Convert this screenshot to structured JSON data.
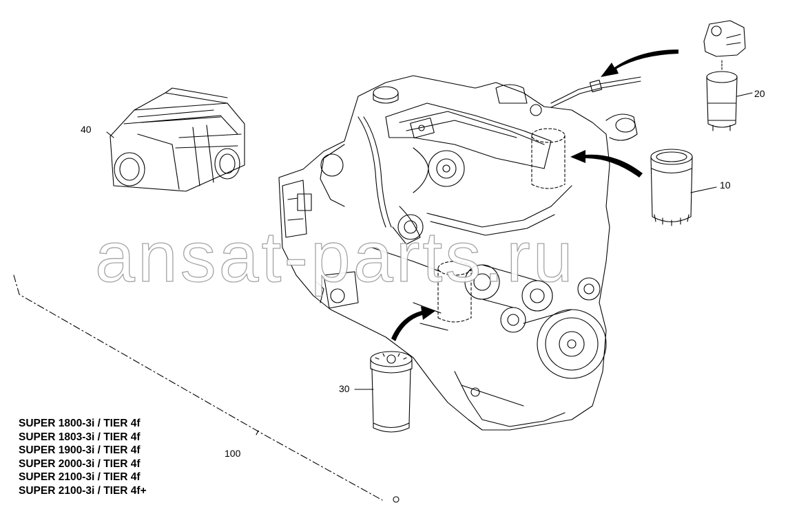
{
  "callouts": {
    "c10": "10",
    "c20": "20",
    "c30": "30",
    "c40": "40",
    "c100": "100"
  },
  "models": [
    "SUPER 1800-3i / TIER 4f",
    "SUPER 1803-3i / TIER 4f",
    "SUPER 1900-3i / TIER 4f",
    "SUPER 2000-3i / TIER 4f",
    "SUPER 2100-3i / TIER 4f",
    "SUPER 2100-3i / TIER 4f+"
  ],
  "watermark": "ansat-parts.ru",
  "colors": {
    "line": "#000000",
    "watermark_stroke": "#9a9a9a",
    "background": "#ffffff"
  },
  "icons": [
    "engine-assembly",
    "oil-filter",
    "fuel-filter-assembly",
    "fuel-filter",
    "aftertreatment-module"
  ]
}
